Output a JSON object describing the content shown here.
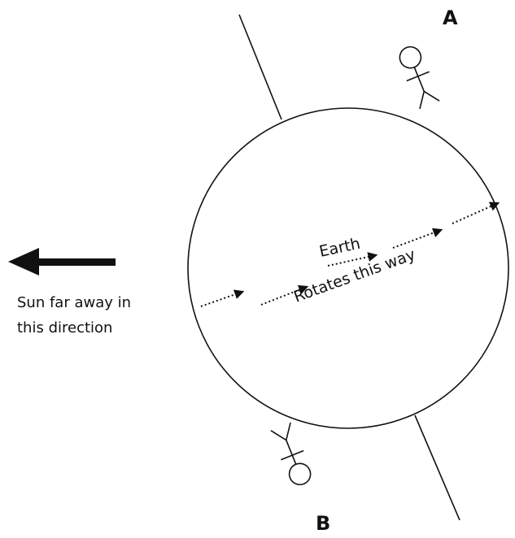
{
  "labels": {
    "observer_a": "A",
    "observer_b": "B",
    "earth": "Earth",
    "rotation": "Rotates this way",
    "sun_line1": "Sun far away in",
    "sun_line2": "this direction"
  },
  "colors": {
    "ink": "#111111",
    "background": "#ffffff"
  },
  "icons": [
    "sun-direction-arrow-icon",
    "person-a-icon",
    "person-b-icon",
    "rotation-arrow-icon"
  ]
}
